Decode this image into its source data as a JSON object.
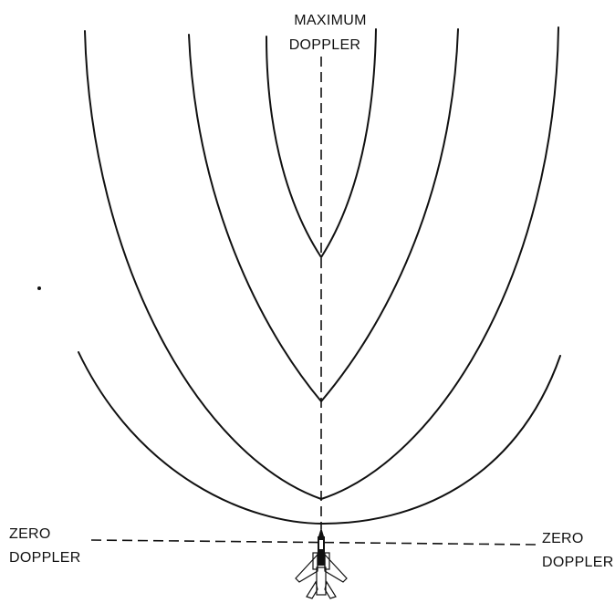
{
  "labels": {
    "top_line1": "MAXIMUM",
    "top_line2": "DOPPLER",
    "left_line1": "ZERO",
    "left_line2": "DOPPLER",
    "right_line1": "ZERO",
    "right_line2": "DOPPLER"
  },
  "curves": [
    "outer-wide",
    "middle",
    "inner-narrow",
    "bottom-arc"
  ],
  "icon": "fighter-jet-icon",
  "colors": {
    "ink": "#111111",
    "background": "#ffffff"
  }
}
